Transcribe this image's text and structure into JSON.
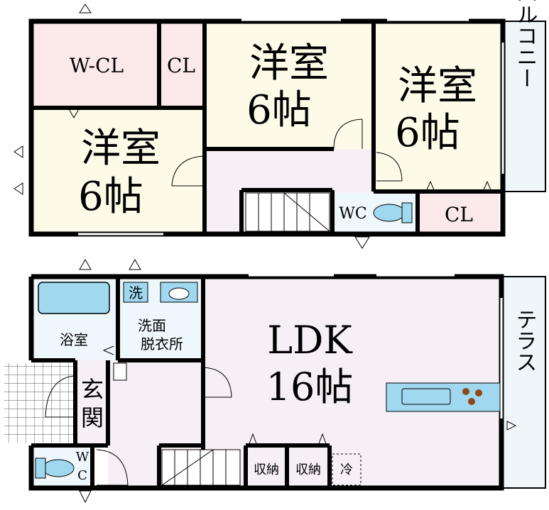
{
  "colors": {
    "wall": "#000000",
    "bedroom": "#fdfbe8",
    "closet": "#fbe9ea",
    "hall": "#f7eff6",
    "balcony": "#eef6fa",
    "wet": "#eef7fb",
    "fixture": "#9fd8ef",
    "stove": "#8a4a1a",
    "tile_line": "#555555"
  },
  "floor2": {
    "wcl": "W-CL",
    "cl_small": "CL",
    "room_mid": {
      "name": "洋室",
      "size": "6帖"
    },
    "room_right": {
      "name": "洋室",
      "size": "6帖"
    },
    "room_left": {
      "name": "洋室",
      "size": "6帖"
    },
    "balcony": "バルコニー",
    "wc": "WC",
    "cl_wc": "CL"
  },
  "floor1": {
    "bath": "浴室",
    "washer": "洗",
    "washroom_line1": "洗面",
    "washroom_line2": "脱衣所",
    "entrance_line1": "玄",
    "entrance_line2": "関",
    "ldk_name": "LDK",
    "ldk_size": "16帖",
    "terrace": "テラス",
    "storage1": "収納",
    "storage2": "収納",
    "fridge": "冷",
    "wc_line1": "W",
    "wc_line2": "C"
  }
}
